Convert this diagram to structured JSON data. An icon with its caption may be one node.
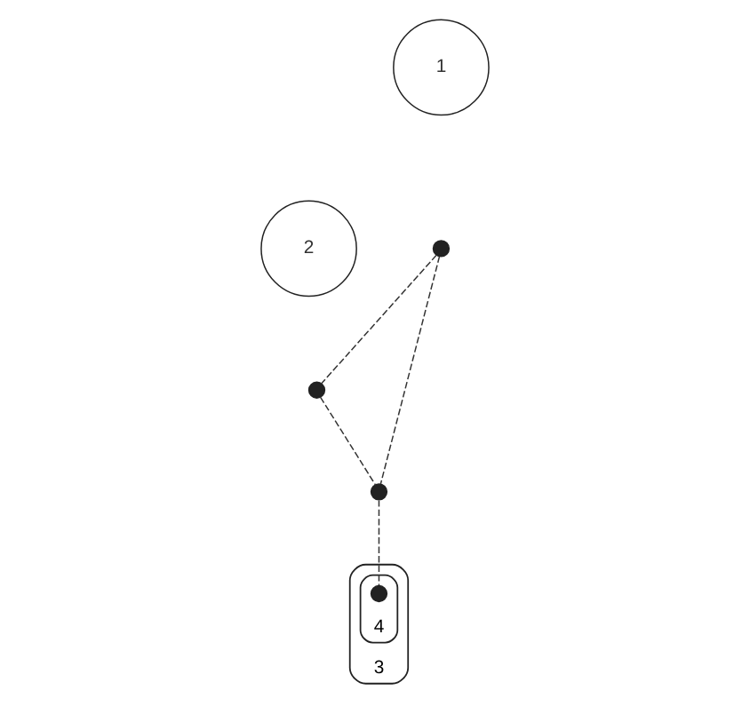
{
  "diagram": {
    "nodes": [
      {
        "text": [
          "1"
        ]
      },
      {
        "text": [
          "2"
        ]
      },
      {
        "text": [
          "3"
        ]
      },
      {
        "text": [
          "4"
        ],
        "in": 2
      },
      {
        "text": [],
        "shape": "circle"
      },
      {
        "text": [],
        "shape": "circle"
      },
      {
        "text": [],
        "shape": "circle"
      },
      {
        "text": [],
        "shape": "circle",
        "in": 3
      }
    ],
    "edges": [
      {
        "from": 4,
        "to": 5,
        "arrow": "none",
        "style": "dashed"
      },
      {
        "from": 4,
        "to": 6,
        "arrow": "none",
        "style": "dashed"
      },
      {
        "from": 5,
        "to": 6,
        "arrow": "none",
        "style": "dashed"
      },
      {
        "from": 6,
        "to": 7,
        "arrow": "none",
        "style": "dashed"
      }
    ]
  }
}
